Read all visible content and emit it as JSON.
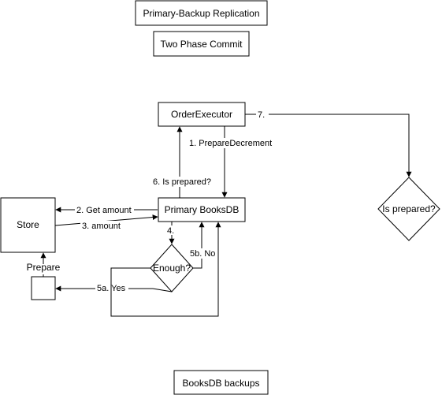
{
  "nodes": {
    "replication": "Primary-Backup Replication",
    "two_phase": "Two Phase Commit",
    "order_executor": "OrderExecutor",
    "primary": "Primary BooksDB",
    "store": "Store",
    "enough": "Enough?",
    "prepared": "Is prepared?",
    "prepare_box": "",
    "prepare_label": "Prepare",
    "backups": "BooksDB backups"
  },
  "edges": {
    "e1": "1. PrepareDecrement",
    "e2": "2. Get amount",
    "e3": "3. amount",
    "e4": "4.",
    "e5a": "5a. Yes",
    "e5b": "5b. No",
    "e6": "6. Is prepared?",
    "e7": "7."
  }
}
